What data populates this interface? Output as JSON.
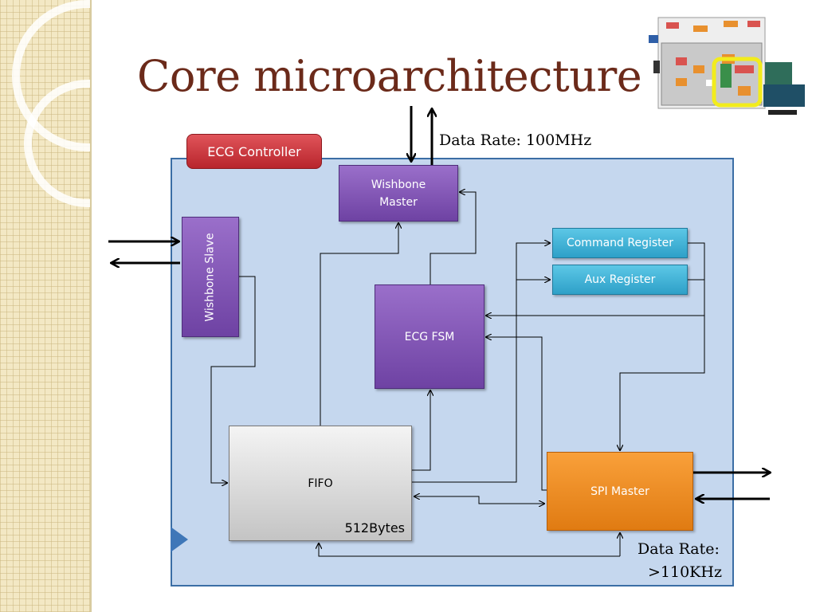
{
  "slide": {
    "title": "Core microarchitecture"
  },
  "diagram": {
    "container_label": "ECG Controller",
    "blocks": {
      "wishbone_master": [
        "Wishbone",
        "Master"
      ],
      "wishbone_slave": "Wishbone Slave",
      "ecg_fsm": "ECG FSM",
      "command_register": "Command Register",
      "aux_register": "Aux Register",
      "fifo": "FIFO",
      "fifo_size": "512Bytes",
      "spi_master": "SPI Master"
    },
    "annotations": {
      "top_rate": "Data Rate: 100MHz",
      "bottom_rate_line1": "Data Rate:",
      "bottom_rate_line2": ">110KHz"
    }
  },
  "colors": {
    "title": "#6b2a1a",
    "panel": "#c5d7ee",
    "purple_block": "#7d52b3",
    "cyan_block": "#3fb3d8",
    "spi_block": "#f08c22",
    "controller_label": "#cc3a40"
  }
}
